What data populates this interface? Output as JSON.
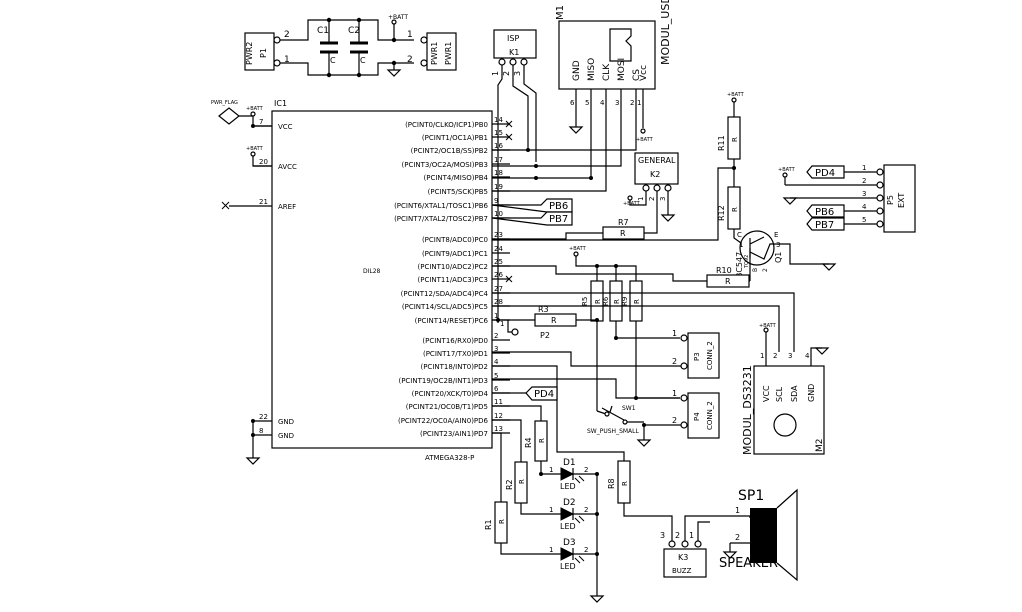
{
  "ic1": {
    "ref": "IC1",
    "value": "ATMEGA328-P",
    "package": "DIL28",
    "left_pins": [
      {
        "num": "7",
        "name": "VCC"
      },
      {
        "num": "20",
        "name": "AVCC"
      },
      {
        "num": "21",
        "name": "AREF"
      },
      {
        "num": "22",
        "name": "GND"
      },
      {
        "num": "8",
        "name": "GND"
      }
    ],
    "right_pins": [
      {
        "num": "14",
        "name": "(PCINT0/CLKO/ICP1)PB0"
      },
      {
        "num": "15",
        "name": "(PCINT1/OC1A)PB1"
      },
      {
        "num": "16",
        "name": "(PCINT2/OC1B/SS)PB2"
      },
      {
        "num": "17",
        "name": "(PCINT3/OC2A/MOSI)PB3"
      },
      {
        "num": "18",
        "name": "(PCINT4/MISO)PB4"
      },
      {
        "num": "19",
        "name": "(PCINT5/SCK)PB5"
      },
      {
        "num": "9",
        "name": "(PCINT6/XTAL1/TOSC1)PB6"
      },
      {
        "num": "10",
        "name": "(PCINT7/XTAL2/TOSC2)PB7"
      },
      {
        "num": "23",
        "name": "(PCINT8/ADC0)PC0"
      },
      {
        "num": "24",
        "name": "(PCINT9/ADC1)PC1"
      },
      {
        "num": "25",
        "name": "(PCINT10/ADC2)PC2"
      },
      {
        "num": "26",
        "name": "(PCINT11/ADC3)PC3"
      },
      {
        "num": "27",
        "name": "(PCINT12/SDA/ADC4)PC4"
      },
      {
        "num": "28",
        "name": "(PCINT14/SCL/ADC5)PC5"
      },
      {
        "num": "1",
        "name": "(PCINT14/RESET)PC6"
      },
      {
        "num": "2",
        "name": "(PCINT16/RX0)PD0"
      },
      {
        "num": "3",
        "name": "(PCINT17/TX0)PD1"
      },
      {
        "num": "4",
        "name": "(PCINT18/INT0)PD2"
      },
      {
        "num": "5",
        "name": "(PCINT19/OC2B/INT1)PD3"
      },
      {
        "num": "6",
        "name": "(PCINT20/XCK/T0)PD4"
      },
      {
        "num": "11",
        "name": "(PCINT21/OC0B/T1)PD5"
      },
      {
        "num": "12",
        "name": "(PCINT22/OC0A/AIN0)PD6"
      },
      {
        "num": "13",
        "name": "(PCINT23/AIN1)PD7"
      }
    ]
  },
  "power": {
    "batt": "+BATT",
    "pwr_flag": "PWR_FLAG",
    "pwr2": {
      "ref": "P1",
      "value": "PWR2",
      "pin1": "1",
      "pin2": "2"
    },
    "pwr1": {
      "ref": "PWR1",
      "value": "PWR1",
      "pin1": "1",
      "pin2": "2"
    },
    "c1": {
      "ref": "C1",
      "value": "C"
    },
    "c2": {
      "ref": "C2",
      "value": "C"
    }
  },
  "isp": {
    "ref": "K1",
    "value": "ISP",
    "pins": [
      "1",
      "2",
      "3"
    ]
  },
  "module_usd": {
    "ref": "M1",
    "value": "MODUL_USD",
    "pins": [
      {
        "num": "6",
        "name": "GND"
      },
      {
        "num": "5",
        "name": "MISO"
      },
      {
        "num": "4",
        "name": "CLK"
      },
      {
        "num": "3",
        "name": "MOSI"
      },
      {
        "num": "2",
        "name": "CS"
      },
      {
        "num": "1",
        "name": "Vcc"
      }
    ]
  },
  "general": {
    "ref": "K2",
    "value": "GENERAL",
    "pins": [
      "1",
      "2",
      "3"
    ]
  },
  "ext": {
    "ref": "P5",
    "value": "EXT",
    "labels": [
      "PD4",
      "",
      "",
      "PB6",
      "PB7"
    ],
    "pins": [
      "1",
      "2",
      "3",
      "4",
      "5"
    ]
  },
  "net_labels": {
    "pb6": "PB6",
    "pb7": "PB7",
    "pd4": "PD4"
  },
  "resistors": {
    "value": "R",
    "r1": "R1",
    "r2": "R2",
    "r3": "R3",
    "r4": "R4",
    "r5": "R5",
    "r6": "R6",
    "r7": "R7",
    "r8": "R8",
    "r9": "R9",
    "r10": "R10",
    "r11": "R11",
    "r12": "R12"
  },
  "q1": {
    "ref": "Q1",
    "value": "BC547",
    "pkg": "TO92",
    "c": "C",
    "b": "B",
    "e": "E",
    "pins": [
      "1",
      "2",
      "3"
    ]
  },
  "p2": {
    "ref": "P2",
    "pin": "1"
  },
  "p3": {
    "ref": "P3",
    "value": "CONN_2",
    "pins": [
      "1",
      "2"
    ]
  },
  "p4": {
    "ref": "P4",
    "value": "CONN_2",
    "pins": [
      "1",
      "2"
    ]
  },
  "sw1": {
    "ref": "SW1",
    "value": "SW_PUSH_SMALL"
  },
  "module_ds": {
    "ref": "M2",
    "value": "MODUL_DS3231",
    "pins": [
      {
        "num": "1",
        "name": "VCC"
      },
      {
        "num": "2",
        "name": "SCL"
      },
      {
        "num": "3",
        "name": "SDA"
      },
      {
        "num": "4",
        "name": "GND"
      }
    ]
  },
  "leds": {
    "d1": "D1",
    "d2": "D2",
    "d3": "D3",
    "value": "LED",
    "pin1": "1",
    "pin2": "2"
  },
  "buzz": {
    "ref": "K3",
    "value": "BUZZ",
    "pins": [
      "3",
      "2",
      "1"
    ]
  },
  "speaker": {
    "ref": "SP1",
    "value": "SPEAKER",
    "pin1": "1",
    "pin2": "2"
  }
}
